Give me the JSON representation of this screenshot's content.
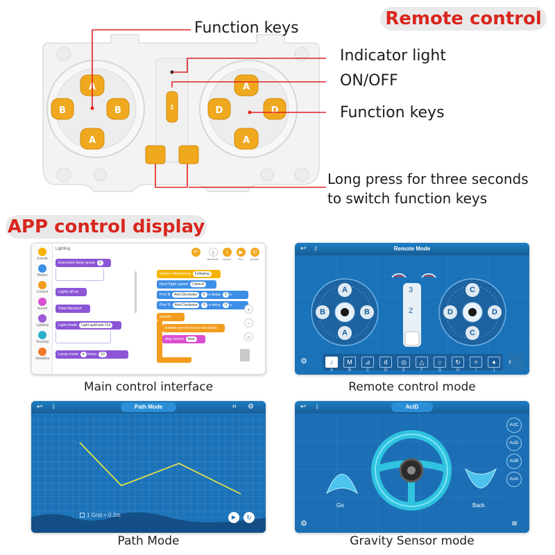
{
  "section_remote": {
    "title": "Remote control"
  },
  "section_app": {
    "title": "APP control display"
  },
  "callouts": {
    "function_keys_top": "Function keys",
    "indicator_light": "Indicator light",
    "on_off": "ON/OFF",
    "function_keys_right": "Function keys",
    "long_press_line1": "Long press for three seconds",
    "long_press_line2": "to switch function keys"
  },
  "remote": {
    "left_keys": [
      "A",
      "B",
      "B",
      "A"
    ],
    "right_keys": [
      "A",
      "D",
      "D",
      "A"
    ],
    "colors": {
      "body": "#f2f2f2",
      "key": "#f0a81e",
      "key_dark": "#d18a0c"
    }
  },
  "panels": {
    "main": {
      "caption": "Main control interface",
      "category_title": "Lighting",
      "categories": [
        "Events",
        "Motion",
        "Control",
        "Sound",
        "Lighting",
        "Sensing",
        "Variables"
      ],
      "toolbar": [
        "Bluetooth",
        "explore",
        "Save",
        "Run",
        "Update"
      ],
      "blocks_left": {
        "b1": "Executive lamp group",
        "b1_val": "0",
        "b2": "Lights all on",
        "b3": "Total blackout",
        "b4": "Light mode",
        "b4_val": "Light up&Fade Out",
        "b5": "Lamp mode",
        "b5_times": "times",
        "b5_val": "10"
      },
      "blocks_right": {
        "r1": "Sensor Monitoring",
        "r1_val": "Following",
        "r2": "Next flight speed",
        "r2_val": "Class A",
        "r3": "Port B",
        "r3_dir": "Anti-Clockwise",
        "r3_num": "5",
        "r3_delay": "s delay",
        "r3_d": "0",
        "r3_s": "s",
        "r4": "Port D",
        "r4_dir": "Anti-Clockwise",
        "r4_num": "5",
        "r4_delay": "s delay",
        "r4_d": "0",
        "r4_s": "s",
        "r5": "forever",
        "r6": "Enable synchronous execution",
        "r7": "play sound",
        "r7_val": "bear"
      }
    },
    "remote_mode": {
      "caption": "Remote control mode",
      "title": "Remote Mode",
      "left_pad": [
        "A",
        "B",
        "B",
        "A"
      ],
      "right_pad": [
        "C",
        "D",
        "D",
        "C"
      ],
      "slider_marks": [
        "3",
        "2"
      ],
      "letters": [
        "A",
        "B",
        "C",
        "D",
        "E",
        "F",
        "G",
        "H",
        "I",
        "J"
      ]
    },
    "path_mode": {
      "caption": "Path Mode",
      "title": "Path Mode",
      "grid_label": "1 Grid = 0.2m",
      "path_color": "#e6e24a"
    },
    "gravity_mode": {
      "caption": "Gravity Sensor mode",
      "title": "ActD",
      "go": "Go",
      "back": "Back",
      "acts": [
        "ActC",
        "ActD",
        "ActB",
        "ActA"
      ]
    }
  }
}
